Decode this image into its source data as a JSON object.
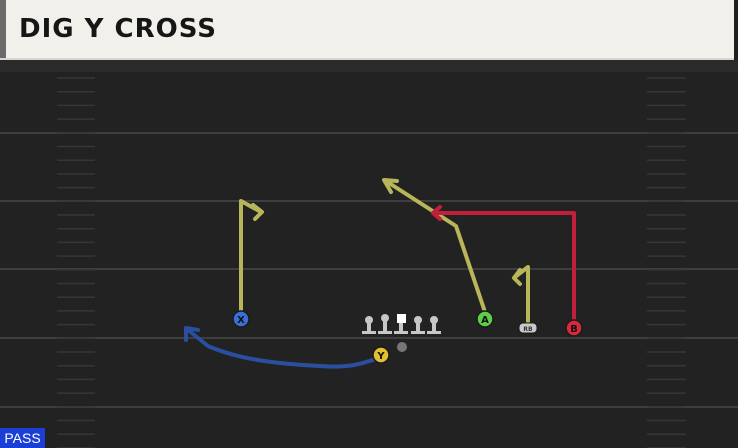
{
  "play": {
    "name": "DIG Y CROSS",
    "type_label": "PASS"
  },
  "players": [
    {
      "id": "X",
      "label": "X",
      "color": "#3b6fd8"
    },
    {
      "id": "Y",
      "label": "Y",
      "color": "#e2c033"
    },
    {
      "id": "A",
      "label": "A",
      "color": "#5fcf4a"
    },
    {
      "id": "B",
      "label": "B",
      "color": "#d8283e"
    },
    {
      "id": "RB",
      "label": "RB",
      "color": "#c9c9c9"
    }
  ],
  "route_colors": {
    "yellow": "#b9b65a",
    "blue": "#2a4f9e",
    "red": "#c21f3c"
  }
}
